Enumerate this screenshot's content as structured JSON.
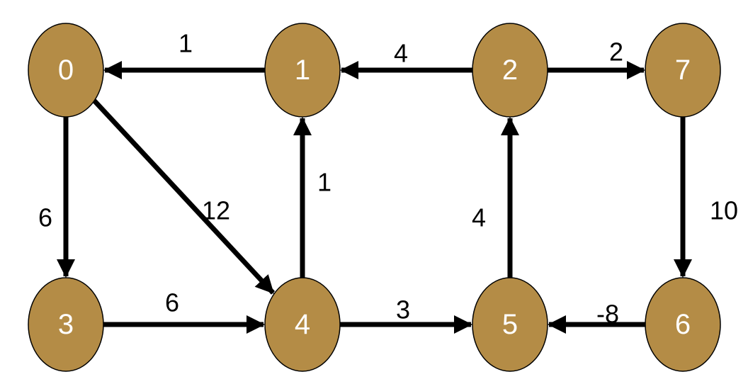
{
  "colors": {
    "node_fill": "#b48c46",
    "node_stroke": "#000000",
    "edge": "#000000",
    "node_text": "#ffffff"
  },
  "nodes": [
    {
      "id": "0",
      "label": "0"
    },
    {
      "id": "1",
      "label": "1"
    },
    {
      "id": "2",
      "label": "2"
    },
    {
      "id": "7",
      "label": "7"
    },
    {
      "id": "3",
      "label": "3"
    },
    {
      "id": "4",
      "label": "4"
    },
    {
      "id": "5",
      "label": "5"
    },
    {
      "id": "6",
      "label": "6"
    }
  ],
  "edges": [
    {
      "from": "1",
      "to": "0",
      "weight": "1"
    },
    {
      "from": "2",
      "to": "1",
      "weight": "4"
    },
    {
      "from": "2",
      "to": "7",
      "weight": "2"
    },
    {
      "from": "0",
      "to": "3",
      "weight": "6"
    },
    {
      "from": "0",
      "to": "4",
      "weight": "12"
    },
    {
      "from": "4",
      "to": "1",
      "weight": "1"
    },
    {
      "from": "5",
      "to": "2",
      "weight": "4"
    },
    {
      "from": "7",
      "to": "6",
      "weight": "10"
    },
    {
      "from": "3",
      "to": "4",
      "weight": "6"
    },
    {
      "from": "4",
      "to": "5",
      "weight": "3"
    },
    {
      "from": "6",
      "to": "5",
      "weight": "-8"
    }
  ]
}
